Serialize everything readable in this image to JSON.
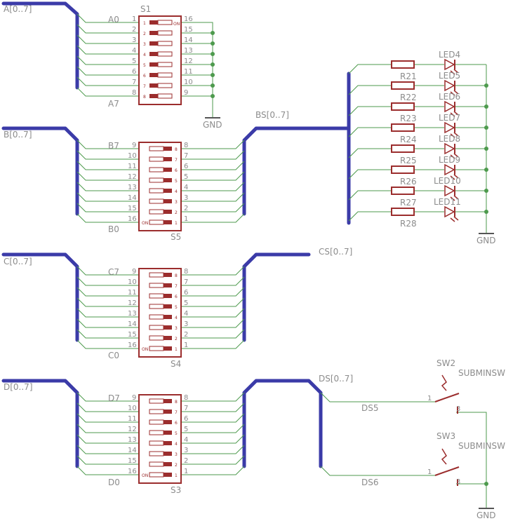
{
  "buses": {
    "a": "A[0..7]",
    "b": "B[0..7]",
    "c": "C[0..7]",
    "d": "D[0..7]",
    "bs": "BS[0..7]",
    "cs": "CS[0..7]",
    "ds": "DS[0..7]"
  },
  "gnd_label": "GND",
  "on_label": "ON",
  "s1": {
    "name": "S1",
    "top": "A0",
    "bottom": "A7",
    "left_pins": [
      "1",
      "2",
      "3",
      "4",
      "5",
      "6",
      "7",
      "8"
    ],
    "right_pins": [
      "16",
      "15",
      "14",
      "13",
      "12",
      "11",
      "10",
      "9"
    ],
    "switch_nums": [
      "1",
      "2",
      "3",
      "4",
      "5",
      "6",
      "7",
      "8"
    ]
  },
  "s5": {
    "name": "S5",
    "top": "B7",
    "bottom": "B0",
    "left_pins": [
      "9",
      "10",
      "11",
      "12",
      "13",
      "14",
      "15",
      "16"
    ],
    "right_pins": [
      "8",
      "7",
      "6",
      "5",
      "4",
      "3",
      "2",
      "1"
    ],
    "switch_nums": [
      "8",
      "7",
      "6",
      "5",
      "4",
      "3",
      "2",
      "1"
    ]
  },
  "s4": {
    "name": "S4",
    "top": "C7",
    "bottom": "C0",
    "left_pins": [
      "9",
      "10",
      "11",
      "12",
      "13",
      "14",
      "15",
      "16"
    ],
    "right_pins": [
      "8",
      "7",
      "6",
      "5",
      "4",
      "3",
      "2",
      "1"
    ],
    "switch_nums": [
      "8",
      "7",
      "6",
      "5",
      "4",
      "3",
      "2",
      "1"
    ]
  },
  "s3": {
    "name": "S3",
    "top": "D7",
    "bottom": "D0",
    "left_pins": [
      "9",
      "10",
      "11",
      "12",
      "13",
      "14",
      "15",
      "16"
    ],
    "right_pins": [
      "8",
      "7",
      "6",
      "5",
      "4",
      "3",
      "2",
      "1"
    ],
    "switch_nums": [
      "8",
      "7",
      "6",
      "5",
      "4",
      "3",
      "2",
      "1"
    ]
  },
  "resistors": [
    "R21",
    "R22",
    "R23",
    "R24",
    "R25",
    "R26",
    "R27",
    "R28"
  ],
  "leds": [
    "LED4",
    "LED5",
    "LED6",
    "LED7",
    "LED8",
    "LED9",
    "LED10",
    "LED11"
  ],
  "pushbuttons": [
    {
      "name": "SW2",
      "value": "SUBMINSW",
      "net": "DS5",
      "pin1": "1",
      "pin3": "3"
    },
    {
      "name": "SW3",
      "value": "SUBMINSW",
      "net": "DS6",
      "pin1": "1",
      "pin3": "3"
    }
  ],
  "colors": {
    "bus": "#3b3ba8",
    "wire": "#4d9a4d",
    "part": "#9b2d2d",
    "label": "#8c8c8c"
  }
}
